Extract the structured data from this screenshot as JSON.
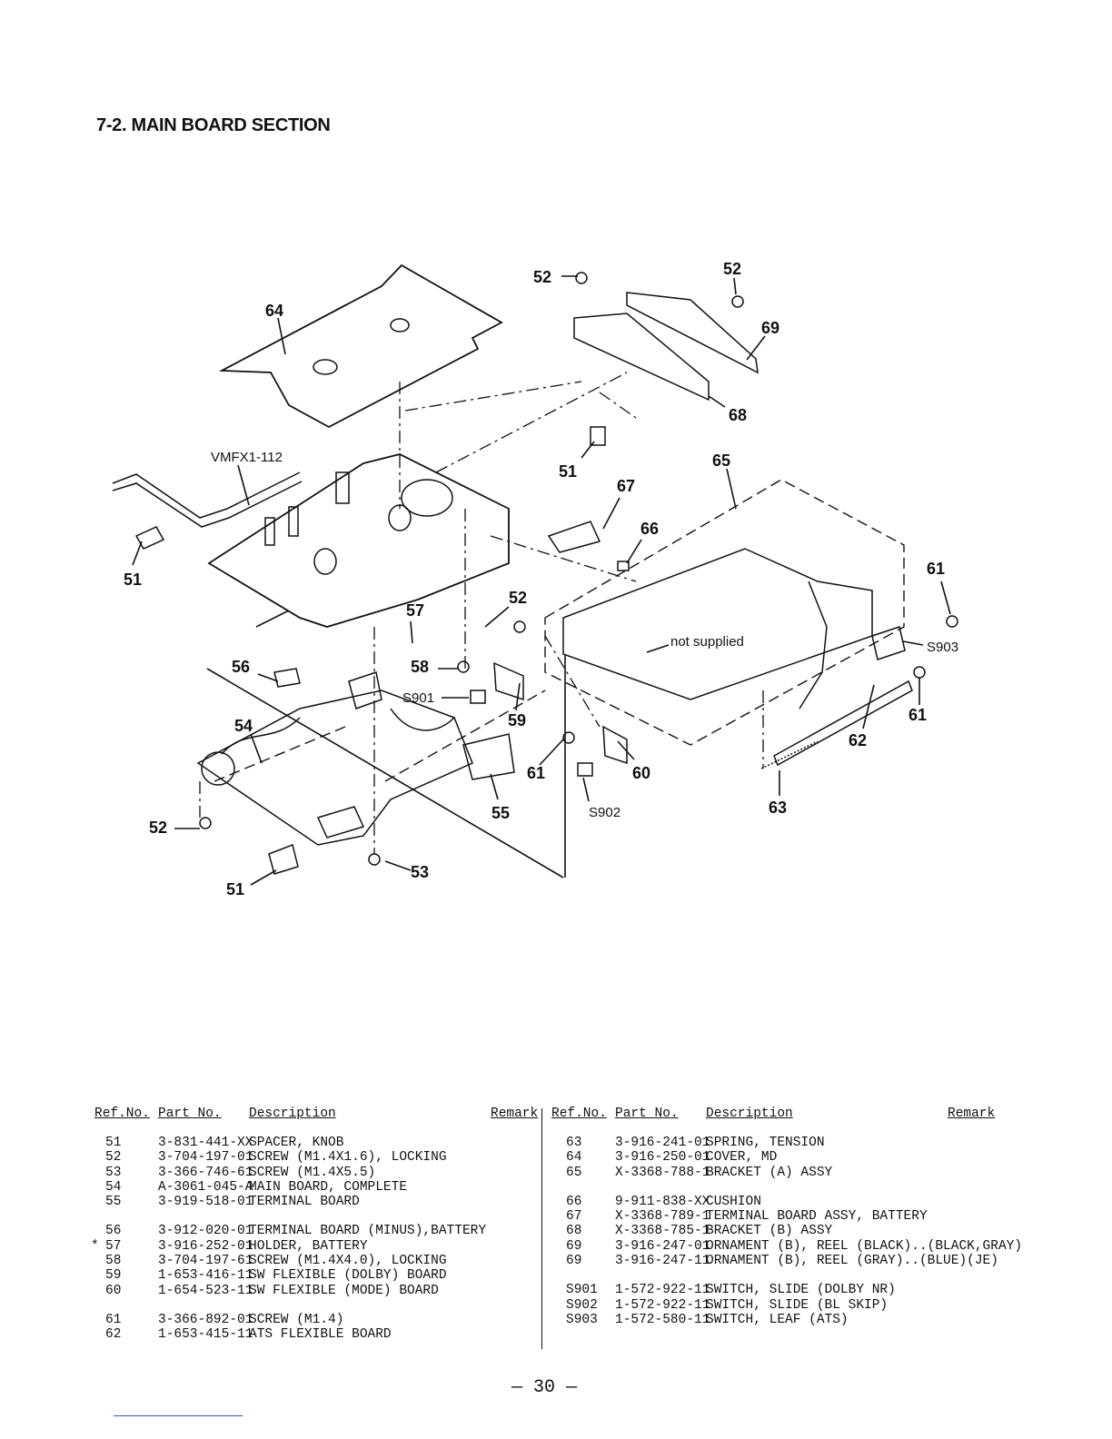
{
  "page": {
    "title": "7-2.  MAIN BOARD SECTION",
    "page_number": "— 30 —"
  },
  "diagram": {
    "callouts": {
      "c51a": "51",
      "c51b": "51",
      "c51c": "51",
      "c52a": "52",
      "c52b": "52",
      "c52c": "52",
      "c52d": "52",
      "c53": "53",
      "c54": "54",
      "c55": "55",
      "c56": "56",
      "c57": "57",
      "c58": "58",
      "c59": "59",
      "c60": "60",
      "c61a": "61",
      "c61b": "61",
      "c61c": "61",
      "c62": "62",
      "c63": "63",
      "c64": "64",
      "c65": "65",
      "c66": "66",
      "c67": "67",
      "c68": "68",
      "c69": "69",
      "s901": "S901",
      "s902": "S902",
      "s903": "S903",
      "board_ref": "VMFX1-112",
      "not_supplied": "not supplied"
    }
  },
  "parts_list": {
    "headers": {
      "ref": "Ref.No.",
      "part": "Part No.",
      "desc": "Description",
      "remark": "Remark"
    },
    "left": [
      {
        "mark": "",
        "ref": "51",
        "part": "3-831-441-XX",
        "desc": "SPACER, KNOB"
      },
      {
        "mark": "",
        "ref": "52",
        "part": "3-704-197-01",
        "desc": "SCREW (M1.4X1.6), LOCKING"
      },
      {
        "mark": "",
        "ref": "53",
        "part": "3-366-746-61",
        "desc": "SCREW (M1.4X5.5)"
      },
      {
        "mark": "",
        "ref": "54",
        "part": "A-3061-045-A",
        "desc": "MAIN BOARD, COMPLETE"
      },
      {
        "mark": "",
        "ref": "55",
        "part": "3-919-518-01",
        "desc": "TERMINAL BOARD"
      },
      {
        "mark": "",
        "ref": "56",
        "part": "3-912-020-01",
        "desc": "TERMINAL BOARD (MINUS),BATTERY"
      },
      {
        "mark": "*",
        "ref": "57",
        "part": "3-916-252-01",
        "desc": "HOLDER, BATTERY"
      },
      {
        "mark": "",
        "ref": "58",
        "part": "3-704-197-61",
        "desc": "SCREW (M1.4X4.0), LOCKING"
      },
      {
        "mark": "",
        "ref": "59",
        "part": "1-653-416-11",
        "desc": "SW FLEXIBLE (DOLBY) BOARD"
      },
      {
        "mark": "",
        "ref": "60",
        "part": "1-654-523-11",
        "desc": "SW FLEXIBLE (MODE) BOARD"
      },
      {
        "mark": "",
        "ref": "61",
        "part": "3-366-892-01",
        "desc": "SCREW (M1.4)"
      },
      {
        "mark": "",
        "ref": "62",
        "part": "1-653-415-11",
        "desc": "ATS FLEXIBLE BOARD"
      }
    ],
    "right": [
      {
        "ref": "63",
        "part": "3-916-241-01",
        "desc": "SPRING, TENSION"
      },
      {
        "ref": "64",
        "part": "3-916-250-01",
        "desc": "COVER, MD"
      },
      {
        "ref": "65",
        "part": "X-3368-788-1",
        "desc": "BRACKET (A) ASSY"
      },
      {
        "ref": "66",
        "part": "9-911-838-XX",
        "desc": "CUSHION"
      },
      {
        "ref": "67",
        "part": "X-3368-789-1",
        "desc": "TERMINAL BOARD ASSY, BATTERY"
      },
      {
        "ref": "68",
        "part": "X-3368-785-1",
        "desc": "BRACKET (B) ASSY"
      },
      {
        "ref": "69",
        "part": "3-916-247-01",
        "desc": "ORNAMENT (B), REEL (BLACK)..(BLACK,GRAY)"
      },
      {
        "ref": "69",
        "part": "3-916-247-11",
        "desc": "ORNAMENT (B), REEL (GRAY)..(BLUE)(JE)"
      },
      {
        "ref": "S901",
        "part": "1-572-922-11",
        "desc": "SWITCH, SLIDE (DOLBY NR)"
      },
      {
        "ref": "S902",
        "part": "1-572-922-11",
        "desc": "SWITCH, SLIDE (BL SKIP)"
      },
      {
        "ref": "S903",
        "part": "1-572-580-11",
        "desc": "SWITCH, LEAF (ATS)"
      }
    ]
  }
}
